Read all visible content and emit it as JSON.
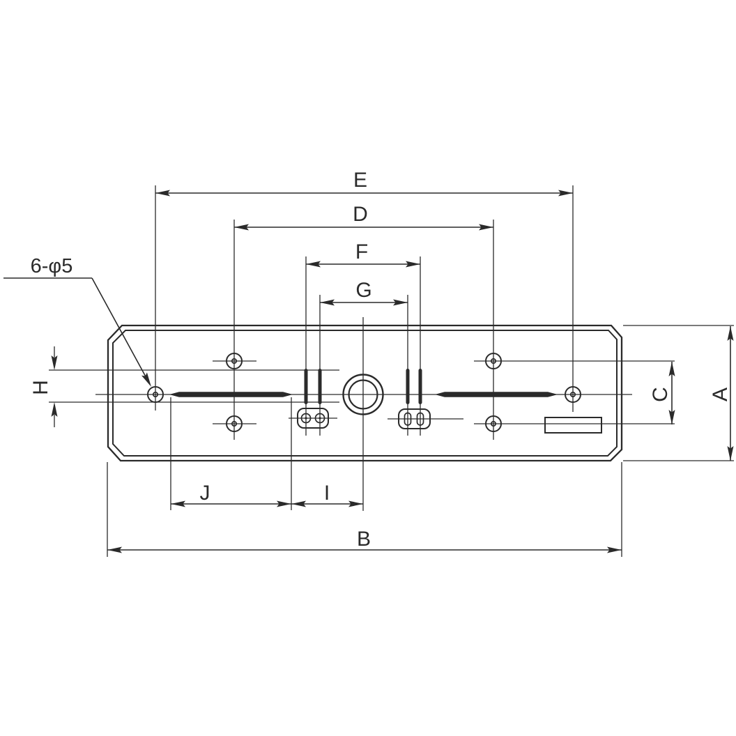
{
  "colors": {
    "ink": "#2a2a2a",
    "paper": "#ffffff"
  },
  "annotation": {
    "hole_callout": "6-φ5"
  },
  "dimension_labels": {
    "A": "A",
    "B": "B",
    "C": "C",
    "D": "D",
    "E": "E",
    "F": "F",
    "G": "G",
    "H": "H",
    "I": "I",
    "J": "J"
  }
}
